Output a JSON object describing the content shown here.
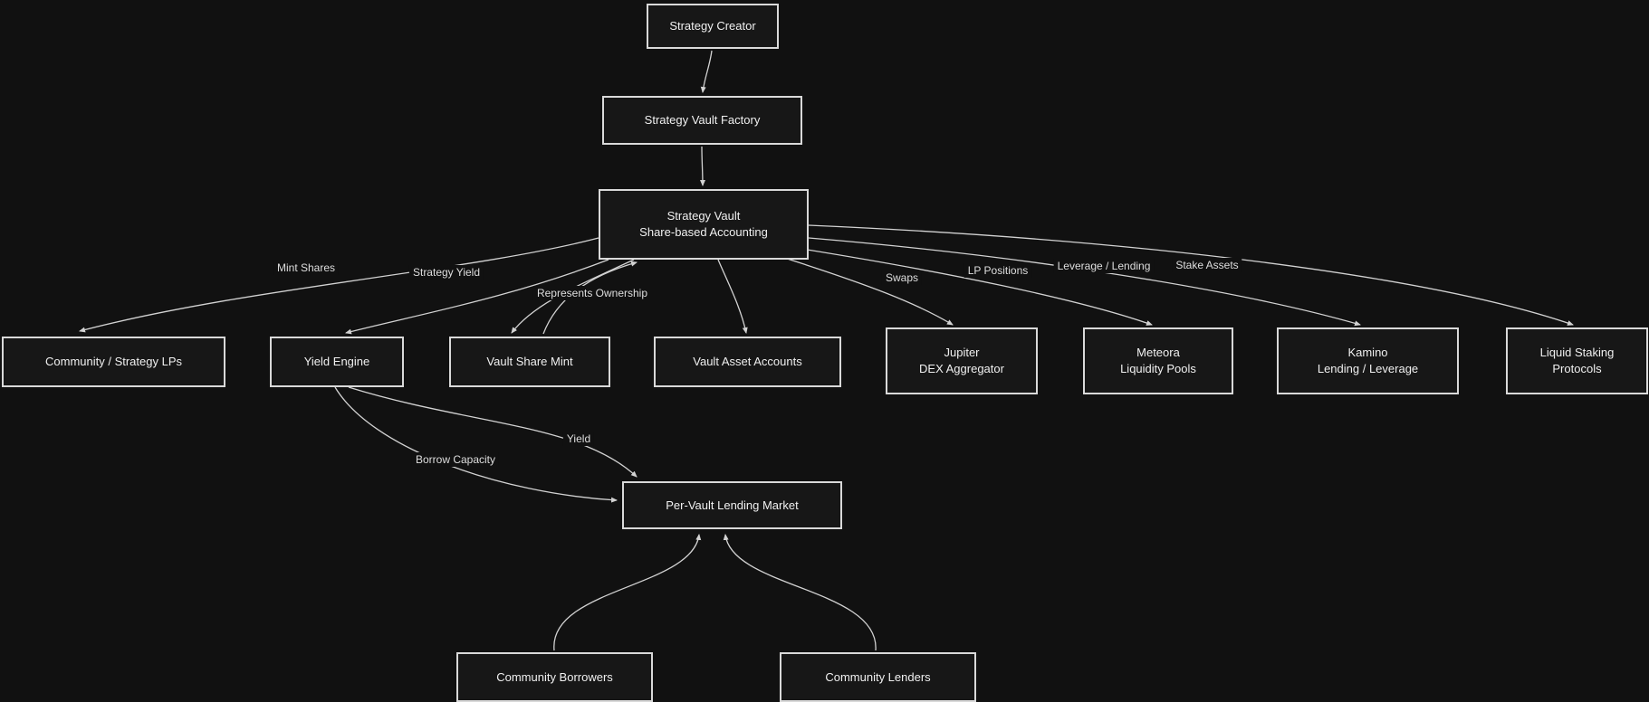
{
  "colors": {
    "background": "#111111",
    "node_fill": "#171717",
    "node_border": "#d9d9d9",
    "node_text": "#f0f0f0",
    "edge_stroke": "#d2d2d2"
  },
  "diagram": {
    "type": "flowchart",
    "nodes": {
      "strategy_creator": "Strategy Creator",
      "strategy_vault_factory": "Strategy Vault Factory",
      "strategy_vault_line1": "Strategy Vault",
      "strategy_vault_line2": "Share-based Accounting",
      "community_lps": "Community / Strategy LPs",
      "yield_engine": "Yield Engine",
      "vault_share_mint": "Vault Share Mint",
      "vault_asset_accounts": "Vault Asset Accounts",
      "jupiter_line1": "Jupiter",
      "jupiter_line2": "DEX Aggregator",
      "meteora_line1": "Meteora",
      "meteora_line2": "Liquidity Pools",
      "kamino_line1": "Kamino",
      "kamino_line2": "Lending / Leverage",
      "liquid_staking_line1": "Liquid Staking",
      "liquid_staking_line2": "Protocols",
      "per_vault_lending_market": "Per-Vault Lending Market",
      "community_borrowers": "Community Borrowers",
      "community_lenders": "Community Lenders"
    },
    "edge_labels": {
      "mint_shares": "Mint Shares",
      "strategy_yield": "Strategy Yield",
      "represents_ownership": "Represents Ownership",
      "swaps": "Swaps",
      "lp_positions": "LP Positions",
      "leverage_lending": "Leverage / Lending",
      "stake_assets": "Stake Assets",
      "yield": "Yield",
      "borrow_capacity": "Borrow Capacity"
    }
  }
}
